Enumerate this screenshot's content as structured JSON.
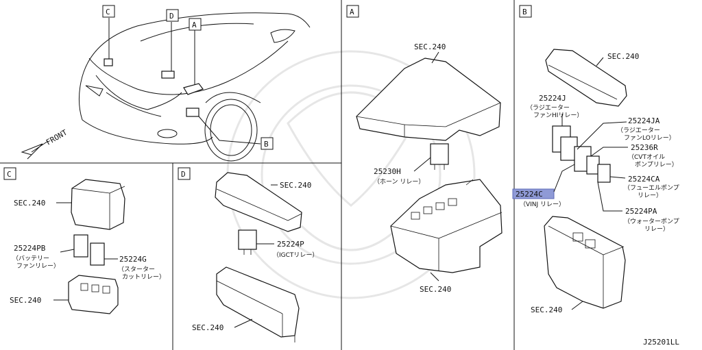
{
  "diagram_id": "J25201LL",
  "views": {
    "A": "A",
    "B": "B",
    "C": "C",
    "D": "D"
  },
  "labels": {
    "front": "FRONT",
    "sec240": "SEC.240"
  },
  "parts": [
    {
      "number": "25224PB",
      "desc": "（バッテリーファンリレー）",
      "desc_lines": [
        "（バッテリー",
        "ファンリレー）"
      ]
    },
    {
      "number": "25224G",
      "desc": "（スターターカットリレー）",
      "desc_lines": [
        "（スターター",
        "カットリレー）"
      ]
    },
    {
      "number": "25224P",
      "desc": "（IGCTリレー）",
      "desc_lines": [
        "（IGCTリレー）"
      ]
    },
    {
      "number": "25230H",
      "desc": "（ホーンリレー）",
      "desc_lines": [
        "（ホーン リレー）"
      ]
    },
    {
      "number": "25224J",
      "desc": "（ラジエーターファンHIリレー）",
      "desc_lines": [
        "（ラジエーター",
        "ファンHIリレー）"
      ]
    },
    {
      "number": "25224JA",
      "desc": "（ラジエーターファンLOリレー）",
      "desc_lines": [
        "（ラジエーター",
        "ファンLOリレー）"
      ]
    },
    {
      "number": "25236R",
      "desc": "（CVTオイルポンプリレー）",
      "desc_lines": [
        "（CVTオイル",
        "ポンプリレー）"
      ]
    },
    {
      "number": "25224CA",
      "desc": "（フューエルポンプリレー）",
      "desc_lines": [
        "（フューエルポンプ",
        "リレー）"
      ]
    },
    {
      "number": "25224C",
      "desc": "（VINJリレー）",
      "desc_lines": [
        "（VINJ リレー）"
      ],
      "highlighted": true
    },
    {
      "number": "25224PA",
      "desc": "（ウォーターポンプリレー）",
      "desc_lines": [
        "（ウォーターポンプ",
        "リレー）"
      ]
    }
  ],
  "colors": {
    "line": "#111111",
    "highlight": "#8f9ad6",
    "watermark": "#e6e6e6"
  }
}
